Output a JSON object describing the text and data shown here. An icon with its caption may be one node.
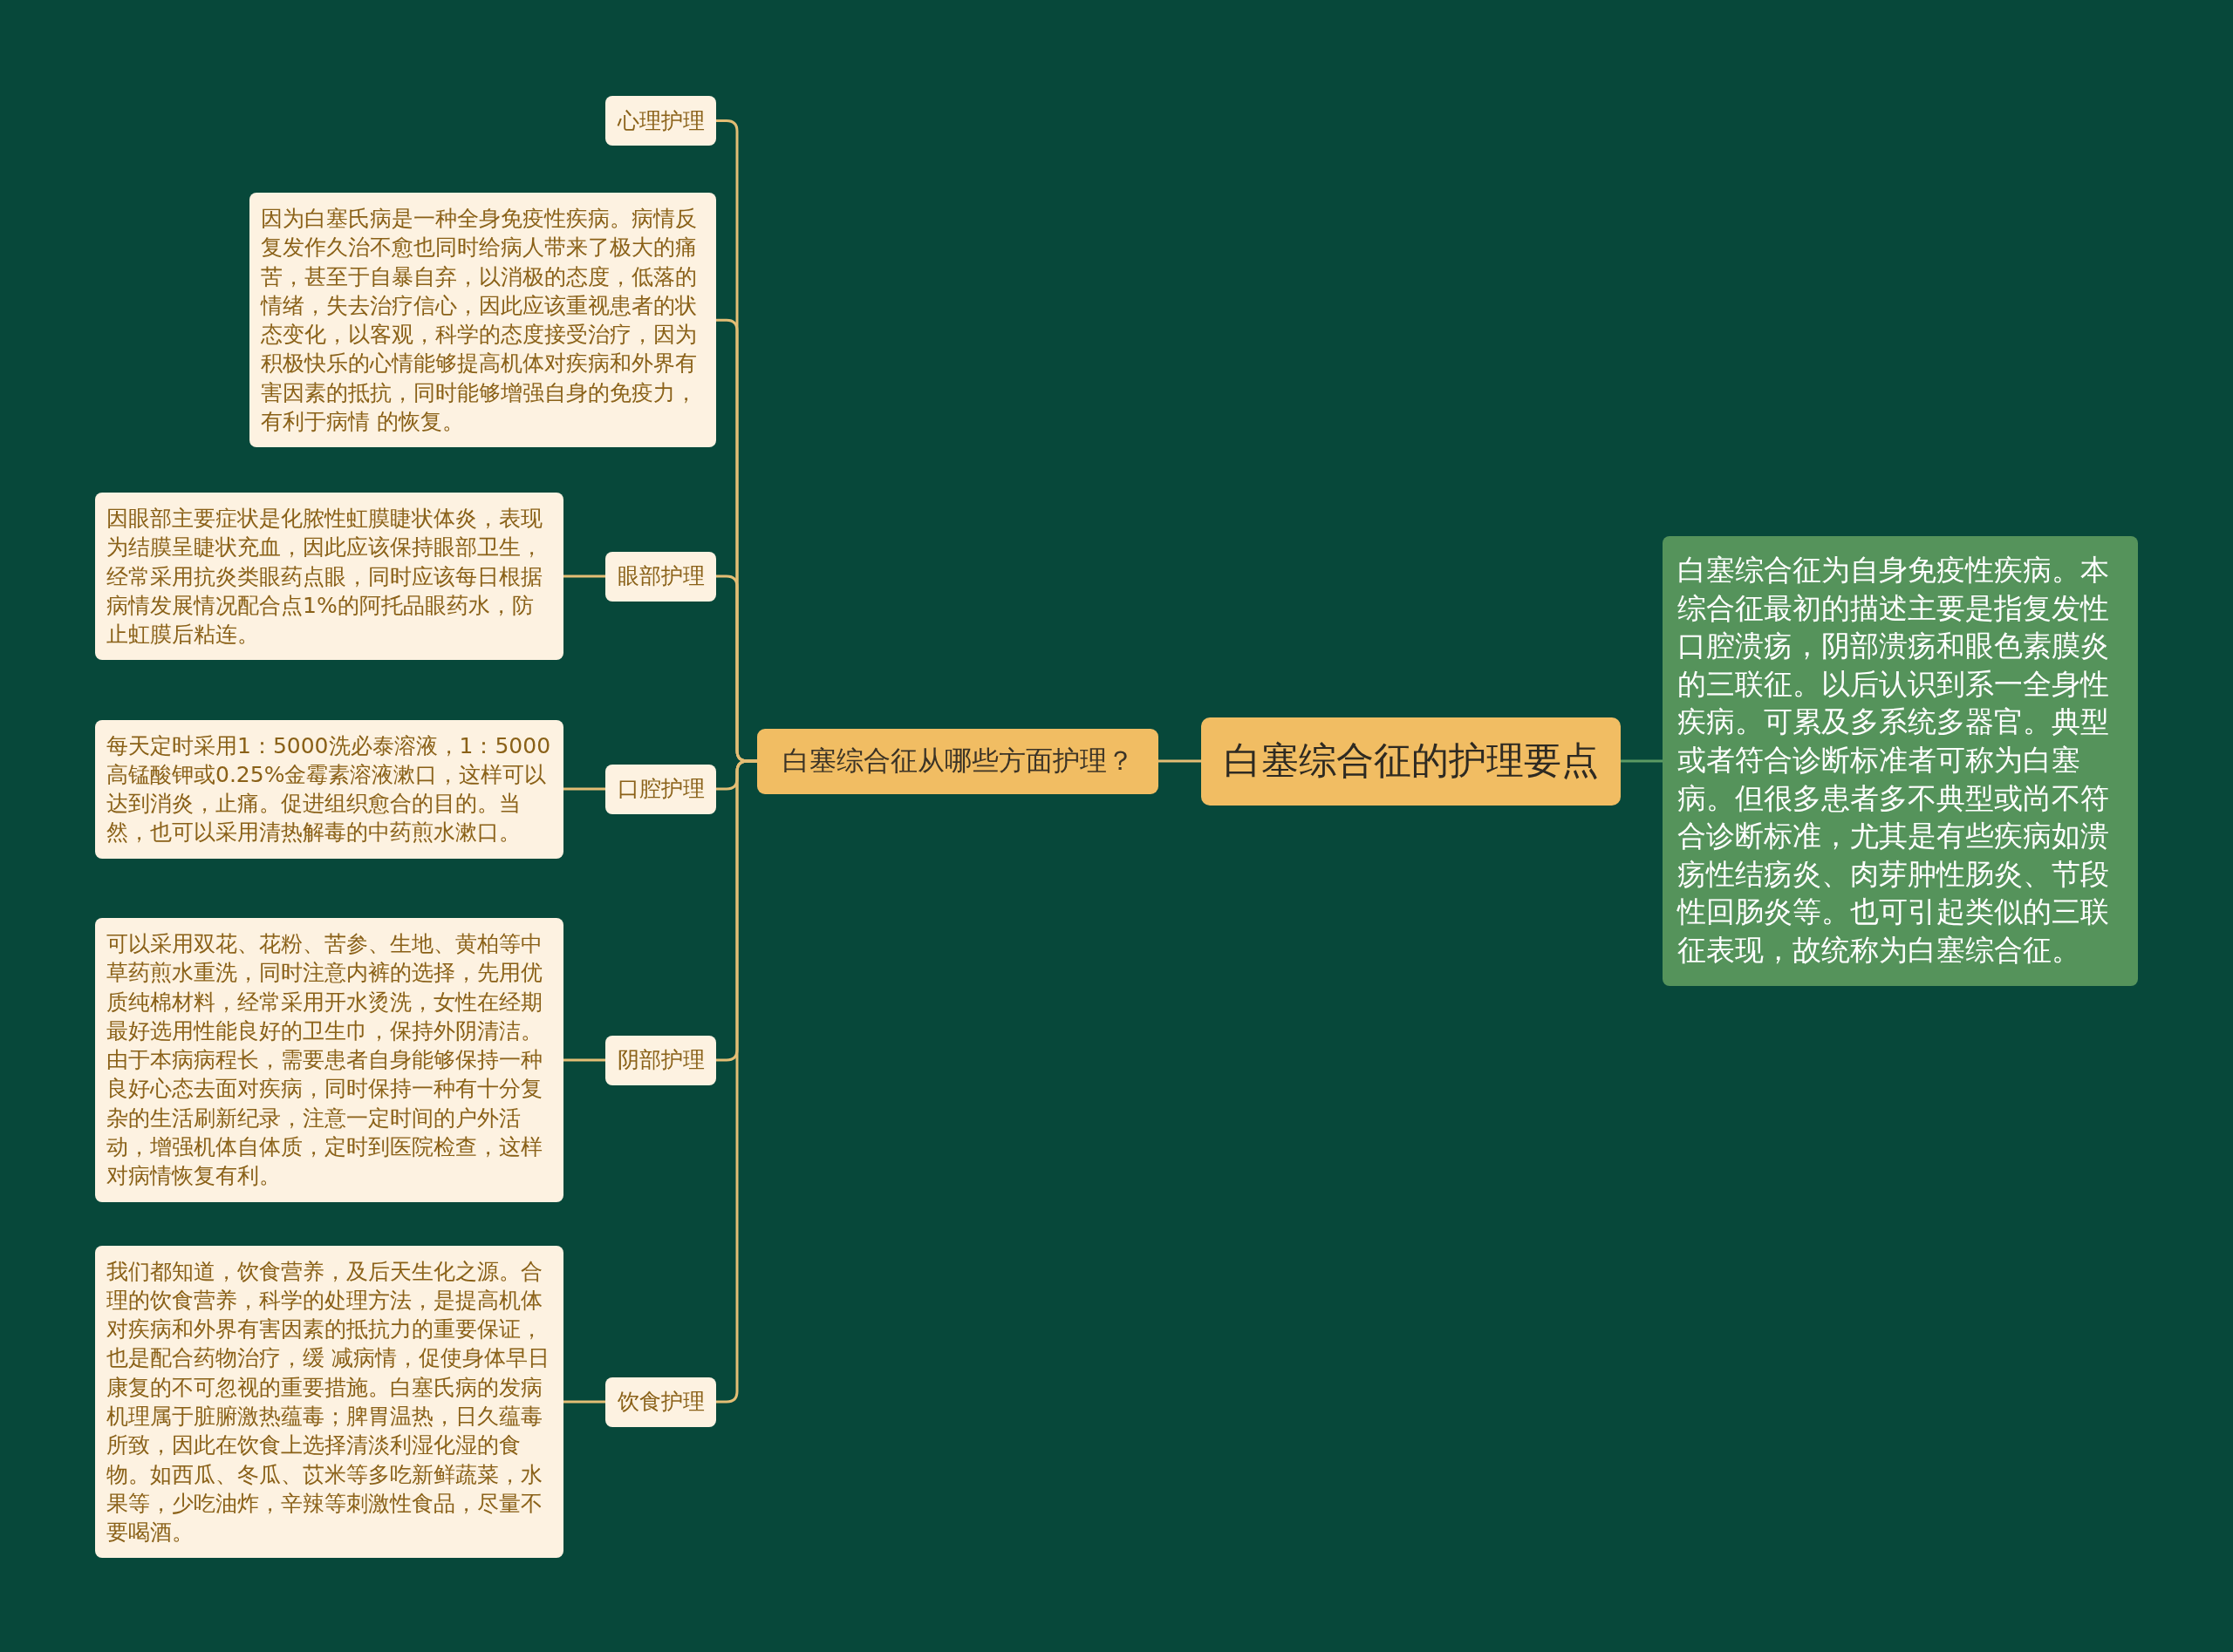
{
  "diagram": {
    "nodes": [
      {
        "text": [
          "白塞综合征的护理要点"
        ]
      },
      {
        "text": [
          "白塞综合征为自身免疫性疾病。本综合征最初的描述主要是指复发性口腔溃疡，阴部溃疡和眼色素膜炎的三联征。以后认识到系一全身性疾病。可累及多系统多器官。典型或者符合诊断标准者可称为白塞病。但很多患者多不典型或尚不符合诊断标准，尤其是有些疾病如溃疡性结疡炎、肉芽肿性肠炎、节段性回肠炎等。也可引起类似的三联征表现，故统称为白塞综合征。"
        ]
      },
      {
        "text": [
          "白塞综合征从哪些方面护理？"
        ]
      },
      {
        "text": [
          "心理护理"
        ]
      },
      {
        "text": [
          "因为白塞氏病是一种全身免疫性疾病。病情反复发作久治不愈也同时给病人带来了极大的痛苦，甚至于自暴自弃，以消极的态度，低落的情绪，失去治疗信心，因此应该重视患者的状态变化，以客观，科学的态度接受治疗，因为积极快乐的心情能够提高机体对疾病和外界有害因素的抵抗，同时能够增强自身的免疫力，有利于病情 的恢复。"
        ]
      },
      {
        "text": [
          "眼部护理"
        ]
      },
      {
        "text": [
          "因眼部主要症状是化脓性虹膜睫状体炎，表现为结膜呈睫状充血，因此应该保持眼部卫生，经常采用抗炎类眼药点眼，同时应该每日根据病情发展情况配合点1%的阿托品眼药水，防止虹膜后粘连。"
        ]
      },
      {
        "text": [
          "口腔护理"
        ]
      },
      {
        "text": [
          "每天定时采用1：5000洗必泰溶液，1：5000高锰酸钾或0.25%金霉素溶液漱口，这样可以达到消炎，止痛。促进组织愈合的目的。当然，也可以采用清热解毒的中药煎水漱口。"
        ]
      },
      {
        "text": [
          "阴部护理"
        ]
      },
      {
        "text": [
          "可以采用双花、花粉、苦参、生地、黄柏等中草药煎水重洗，同时注意内裤的选择，先用优质纯棉材料，经常采用开水烫洗，女性在经期最好选用性能良好的卫生巾，保持外阴清洁。由于本病病程长，需要患者自身能够保持一种良好心态去面对疾病，同时保持一种有十分复杂的生活刷新纪录，注意一定时间的户外活动，增强机体自体质，定时到医院检查，这样对病情恢复有利。"
        ]
      },
      {
        "text": [
          "饮食护理"
        ]
      },
      {
        "text": [
          "我们都知道，饮食营养，及后天生化之源。合理的饮食营养，科学的处理方法，是提高机体对疾病和外界有害因素的抵抗力的重要保证，也是配合药物治疗，缓 减病情，促使身体早日康复的不可忽视的重要措施。白塞氏病的发病机理属于脏腑激热蕴毒；脾胃温热，日久蕴毒所致，因此在饮食上选择清淡利湿化湿的食物。如西瓜、冬瓜、苡米等多吃新鲜蔬菜，水果等，少吃油炸，辛辣等刺激性食品，尽量不要喝酒。"
        ]
      }
    ],
    "edges": [
      {
        "from": 0,
        "to": 1,
        "arrow": "none",
        "color": "#5b9a63"
      },
      {
        "from": 0,
        "to": 2,
        "arrow": "none"
      },
      {
        "from": 2,
        "to": 3,
        "arrow": "none"
      },
      {
        "from": 2,
        "to": 4,
        "arrow": "none"
      },
      {
        "from": 2,
        "to": 5,
        "arrow": "none"
      },
      {
        "from": 2,
        "to": 7,
        "arrow": "none"
      },
      {
        "from": 2,
        "to": 9,
        "arrow": "none"
      },
      {
        "from": 2,
        "to": 11,
        "arrow": "none"
      },
      {
        "from": 5,
        "to": 6,
        "arrow": "none"
      },
      {
        "from": 7,
        "to": 8,
        "arrow": "none"
      },
      {
        "from": 9,
        "to": 10,
        "arrow": "none"
      },
      {
        "from": 11,
        "to": 12,
        "arrow": "none"
      }
    ]
  }
}
